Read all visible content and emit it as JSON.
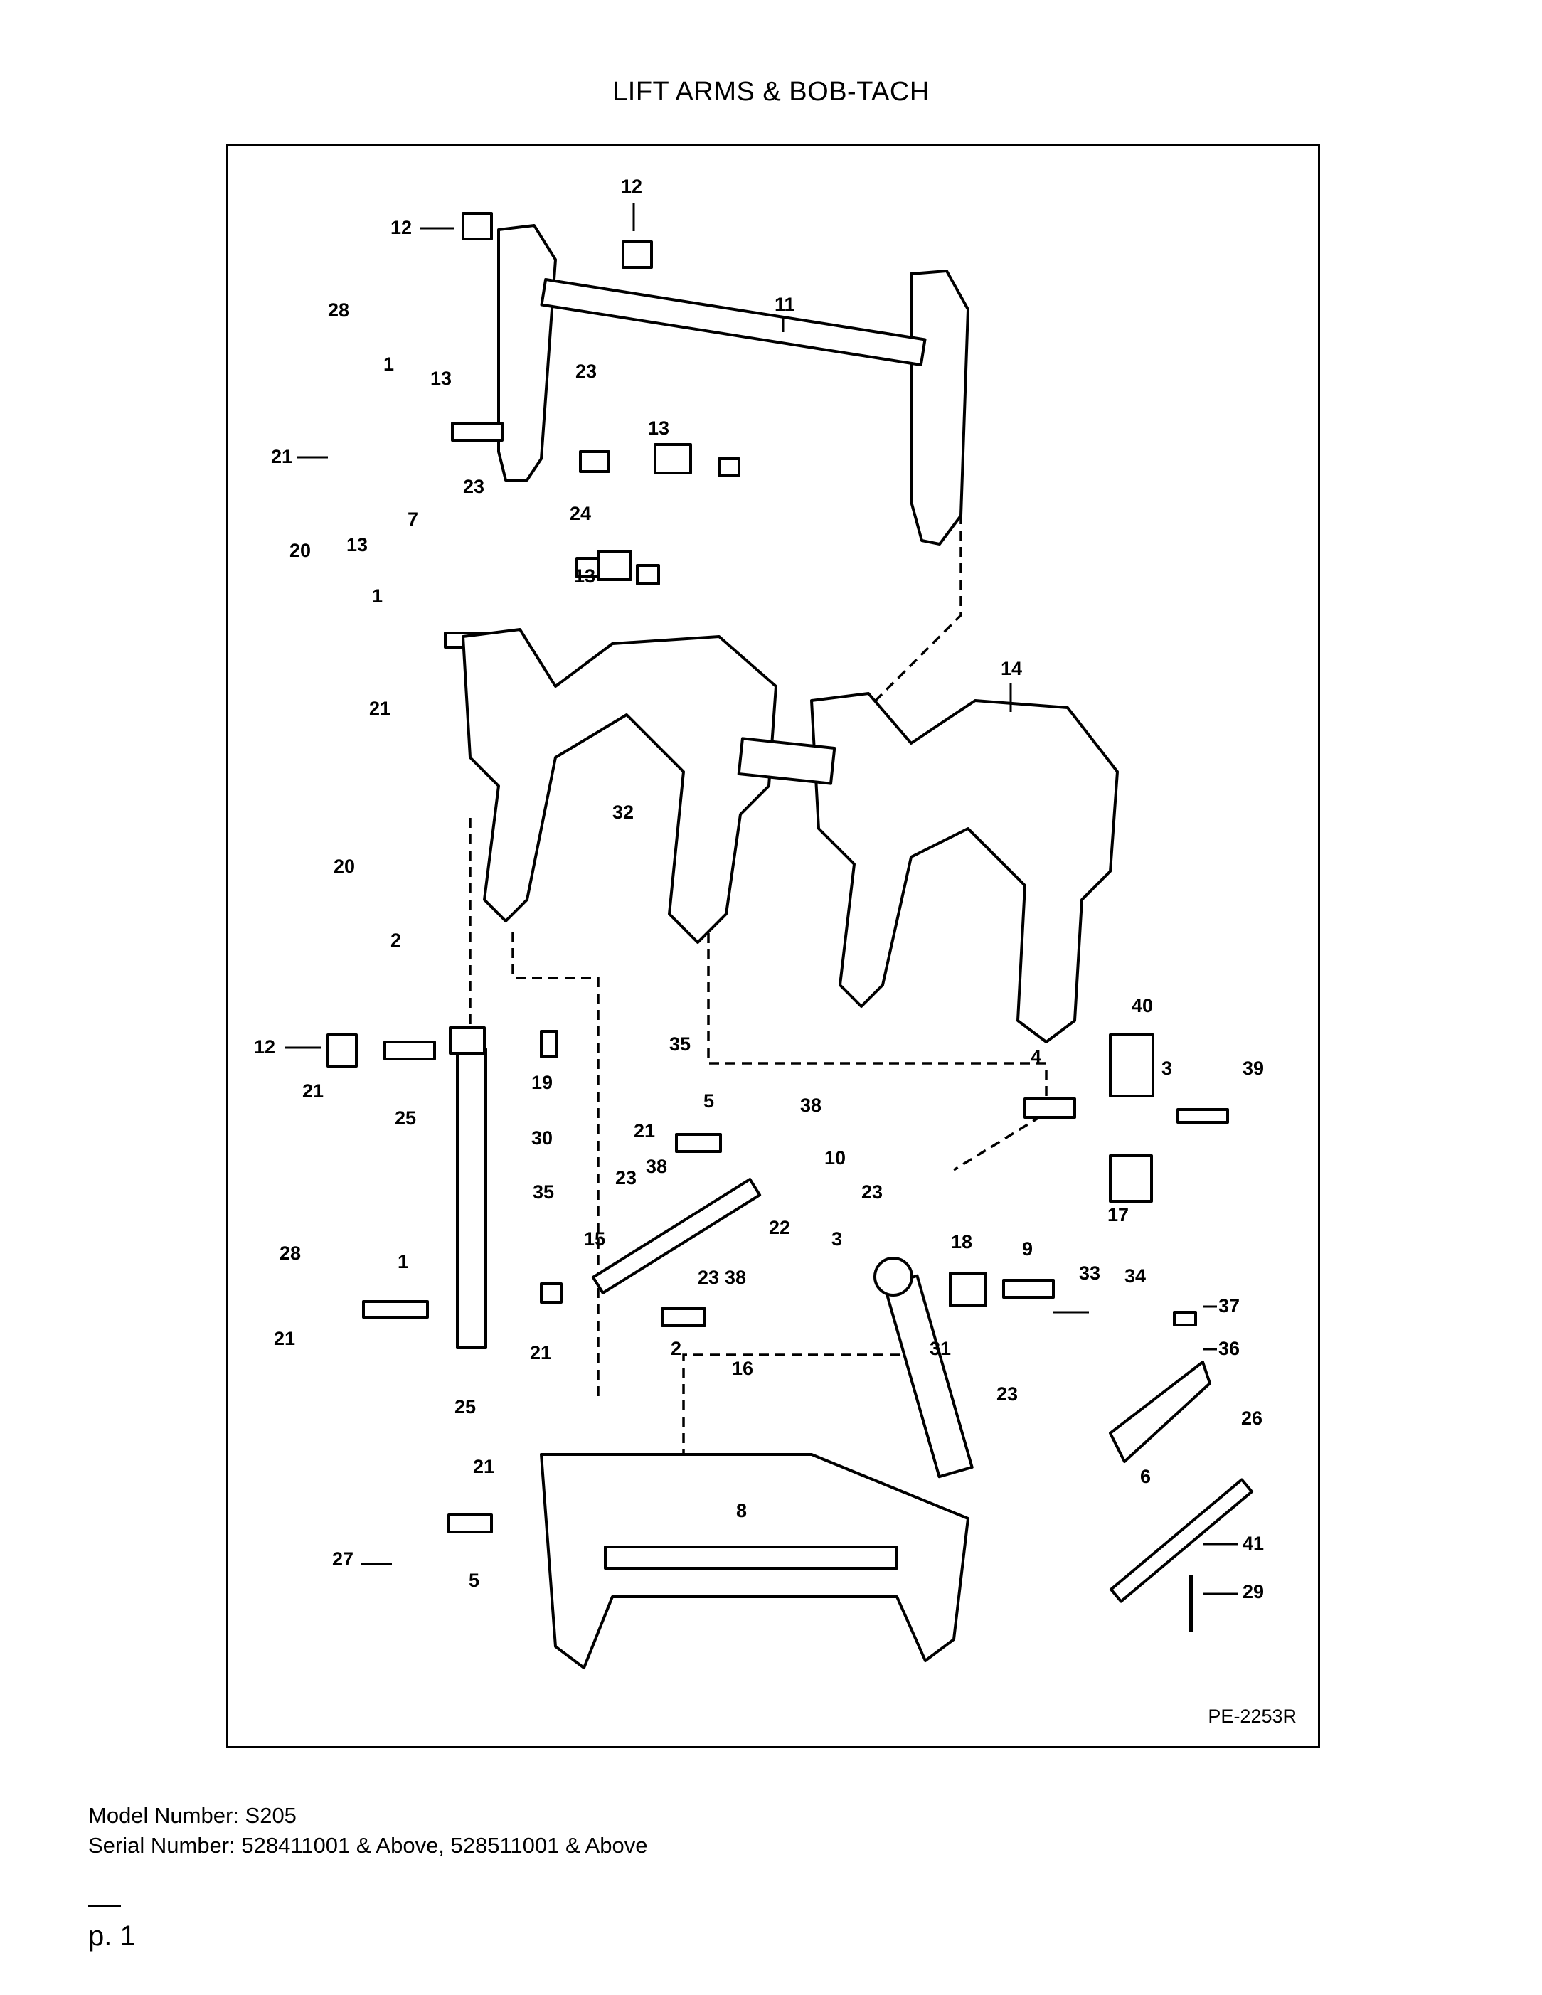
{
  "page": {
    "title": "LIFT ARMS & BOB-TACH",
    "drawing_ref": "PE-2253R",
    "model_line": "Model Number: S205",
    "serial_line": "Serial Number: 528411001 & Above, 528511001 & Above",
    "page_label": "p. 1"
  },
  "diagram": {
    "callouts": [
      "12",
      "12",
      "11",
      "28",
      "1",
      "13",
      "23",
      "13",
      "21",
      "24",
      "23",
      "7",
      "20",
      "13",
      "13",
      "1",
      "21",
      "14",
      "32",
      "20",
      "2",
      "12",
      "40",
      "4",
      "3",
      "39",
      "21",
      "19",
      "35",
      "25",
      "5",
      "38",
      "30",
      "21",
      "10",
      "23",
      "38",
      "35",
      "23",
      "17",
      "15",
      "22",
      "3",
      "18",
      "9",
      "33",
      "34",
      "28",
      "1",
      "23",
      "38",
      "37",
      "21",
      "21",
      "2",
      "16",
      "31",
      "36",
      "25",
      "23",
      "26",
      "21",
      "6",
      "8",
      "27",
      "5",
      "41",
      "29"
    ]
  }
}
